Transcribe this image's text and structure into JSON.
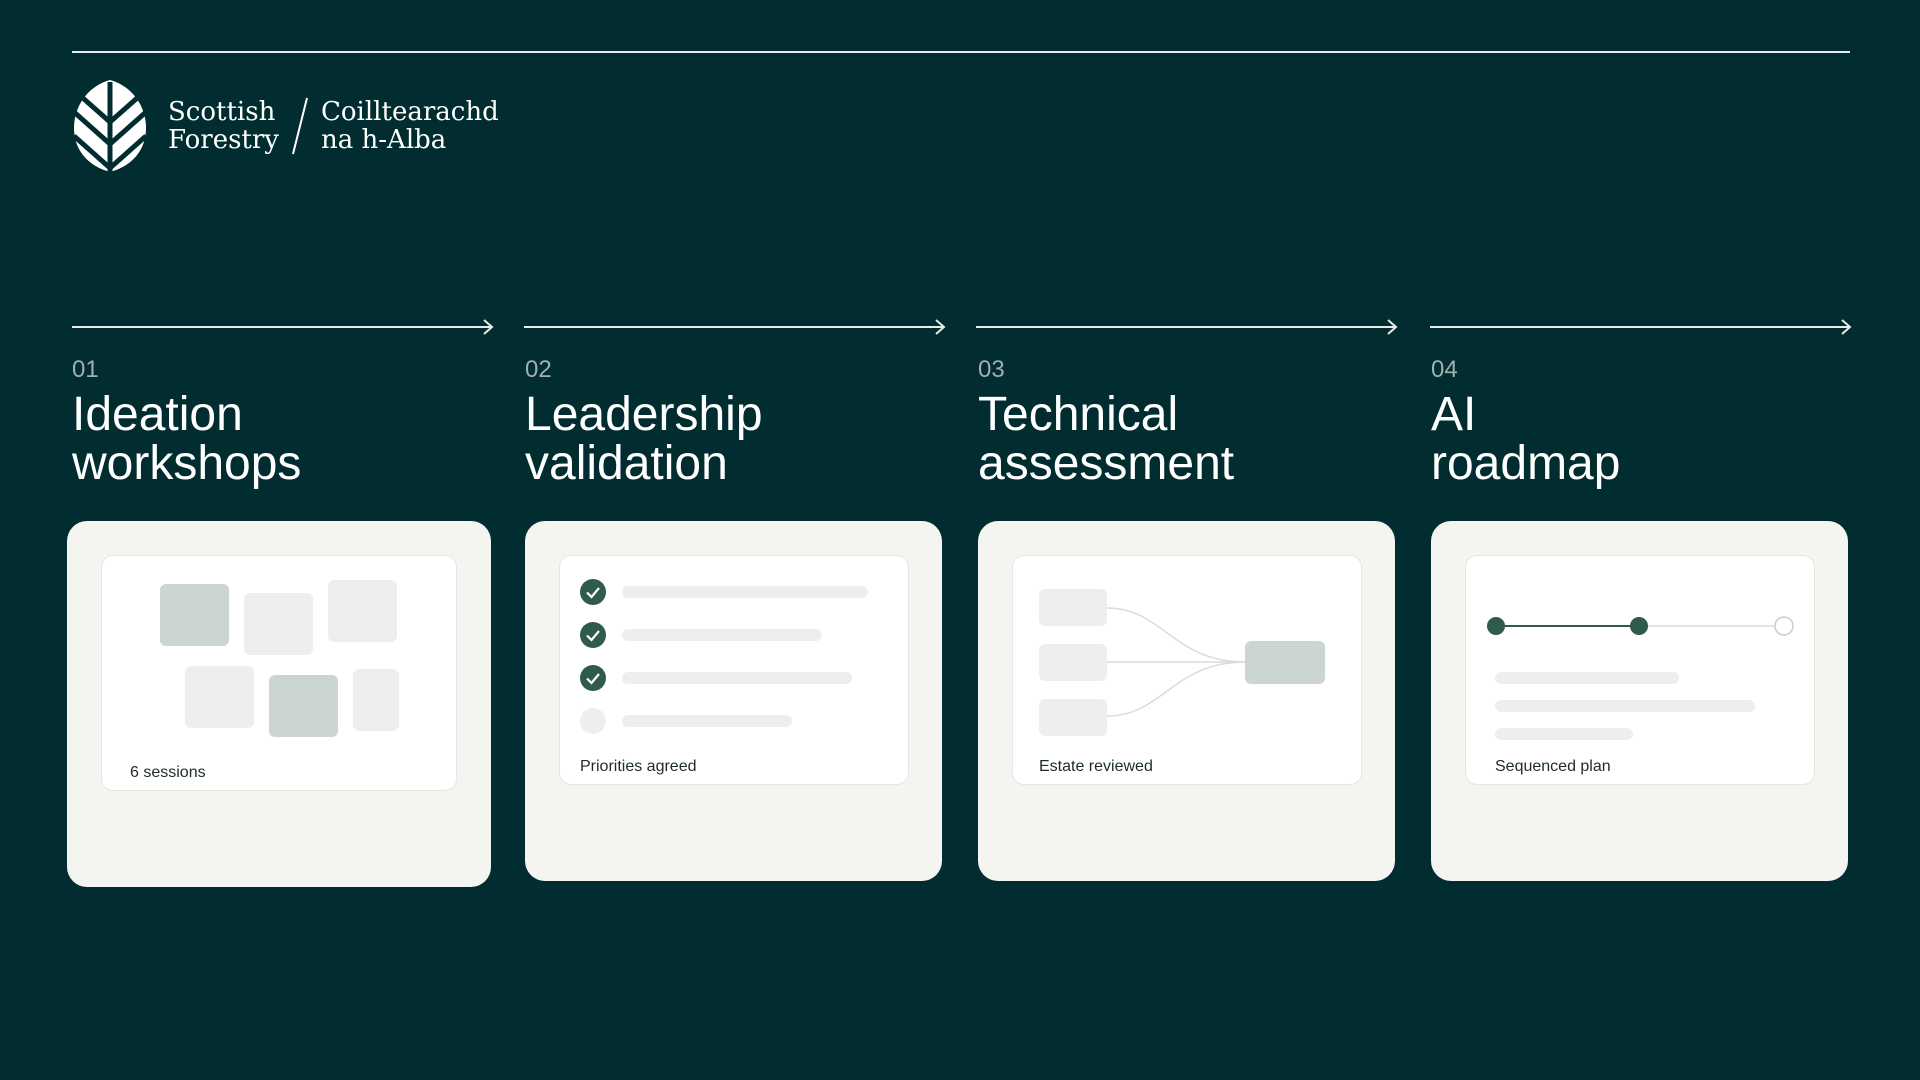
{
  "logo": {
    "name_en_line1": "Scottish",
    "name_en_line2": "Forestry",
    "name_gd_line1": "Coilltearachd",
    "name_gd_line2": "na h-Alba"
  },
  "stages": [
    {
      "number": "01",
      "title_line1": "Ideation",
      "title_line2": "workshops",
      "caption": "6 sessions"
    },
    {
      "number": "02",
      "title_line1": "Leadership",
      "title_line2": "validation",
      "caption": "Priorities agreed",
      "checklist": [
        true,
        true,
        true,
        false
      ]
    },
    {
      "number": "03",
      "title_line1": "Technical",
      "title_line2": "assessment",
      "caption": "Estate reviewed"
    },
    {
      "number": "04",
      "title_line1": "AI",
      "title_line2": "roadmap",
      "caption": "Sequenced plan",
      "milestones": [
        true,
        true,
        false
      ]
    }
  ],
  "colors": {
    "background": "#012d30",
    "accent": "#2f5a4e",
    "card": "#f4f4f1"
  }
}
